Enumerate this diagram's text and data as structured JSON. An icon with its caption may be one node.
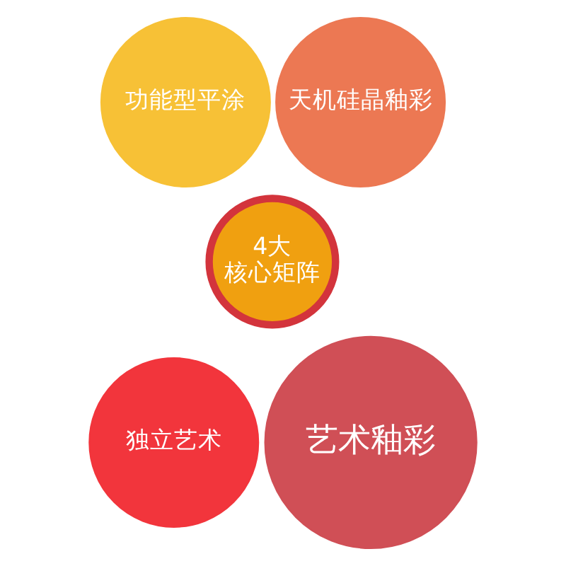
{
  "diagram": {
    "nodes": [
      {
        "text": [
          "功能型平涂"
        ]
      },
      {
        "text": [
          "天机硅晶釉彩"
        ]
      },
      {
        "text": [
          "4大",
          "核心矩阵"
        ]
      },
      {
        "text": [
          "独立艺术"
        ]
      },
      {
        "text": [
          "艺术釉彩"
        ]
      }
    ]
  }
}
